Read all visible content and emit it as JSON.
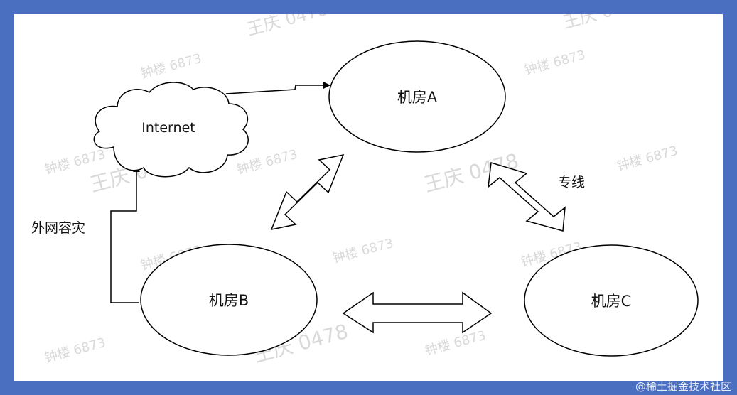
{
  "nodes": {
    "internet": "Internet",
    "room_a": "机房A",
    "room_b": "机房B",
    "room_c": "机房C"
  },
  "edge_labels": {
    "dr": "外网容灾",
    "dedicated": "专线"
  },
  "watermarks": {
    "w1": "王庆 0478",
    "w2": "钟楼 6873"
  },
  "credit": "@稀土掘金技术社区"
}
